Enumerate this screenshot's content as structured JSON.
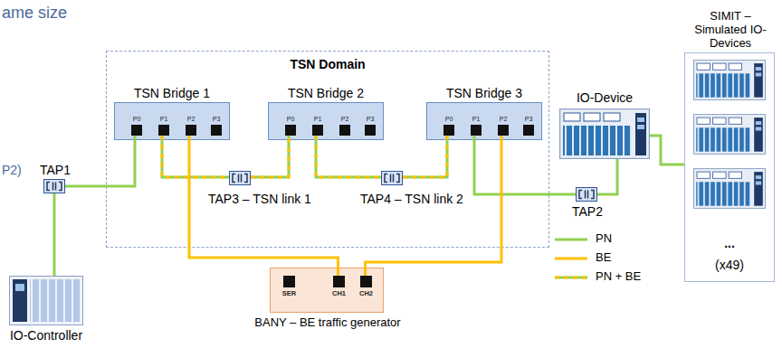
{
  "diagram": {
    "nodes": [
      {
        "text": [
          "TSN Domain"
        ]
      },
      {
        "text": [
          "TSN Bridge 1"
        ],
        "in": 0
      },
      {
        "text": [
          "P0"
        ],
        "in": 1
      },
      {
        "text": [
          "P1"
        ],
        "in": 1
      },
      {
        "text": [
          "P2"
        ],
        "in": 1
      },
      {
        "text": [
          "P3"
        ],
        "in": 1
      },
      {
        "text": [
          "TSN Bridge 2"
        ],
        "in": 0
      },
      {
        "text": [
          "P0"
        ],
        "in": 6
      },
      {
        "text": [
          "P1"
        ],
        "in": 6
      },
      {
        "text": [
          "P2"
        ],
        "in": 6
      },
      {
        "text": [
          "P3"
        ],
        "in": 6
      },
      {
        "text": [
          "TSN Bridge 3"
        ],
        "in": 0
      },
      {
        "text": [
          "P0"
        ],
        "in": 11
      },
      {
        "text": [
          "P1"
        ],
        "in": 11
      },
      {
        "text": [
          "P2"
        ],
        "in": 11
      },
      {
        "text": [
          "P3"
        ],
        "in": 11
      },
      {
        "text": [
          "TAP3 – TSN link 1"
        ],
        "in": 0
      },
      {
        "text": [
          "TAP4 – TSN link 2"
        ],
        "in": 0
      },
      {
        "text": [
          "TAP1"
        ]
      },
      {
        "text": [
          "TAP2"
        ]
      },
      {
        "text": [
          "IO-Device"
        ]
      },
      {
        "text": [
          "SIMIT – Simulated IO-Devices",
          "...",
          "(x49)"
        ]
      },
      {
        "text": [
          "BANY – BE traffic generator"
        ]
      },
      {
        "text": [
          "SER"
        ],
        "in": 22
      },
      {
        "text": [
          "CH1"
        ],
        "in": 22
      },
      {
        "text": [
          "CH2"
        ],
        "in": 22
      },
      {
        "text": [
          "IO-Controller"
        ]
      }
    ],
    "edges": [
      {
        "from": 26,
        "to": 18,
        "arrow": "none"
      },
      {
        "from": 18,
        "to": 2,
        "arrow": "none"
      },
      {
        "from": 3,
        "to": 16,
        "arrow": "none"
      },
      {
        "from": 16,
        "to": 7,
        "arrow": "none"
      },
      {
        "from": 8,
        "to": 17,
        "arrow": "none"
      },
      {
        "from": 17,
        "to": 12,
        "arrow": "none"
      },
      {
        "from": 13,
        "to": 19,
        "arrow": "none"
      },
      {
        "from": 19,
        "to": 20,
        "arrow": "none"
      },
      {
        "from": 20,
        "to": 21,
        "arrow": "none"
      },
      {
        "from": 4,
        "to": 24,
        "arrow": "none"
      },
      {
        "from": 14,
        "to": 25,
        "arrow": "none"
      }
    ],
    "labels": [
      "ame size",
      "P2)"
    ],
    "legend": [
      {
        "text": "PN"
      },
      {
        "text": "BE"
      },
      {
        "text": "PN + BE"
      }
    ]
  }
}
